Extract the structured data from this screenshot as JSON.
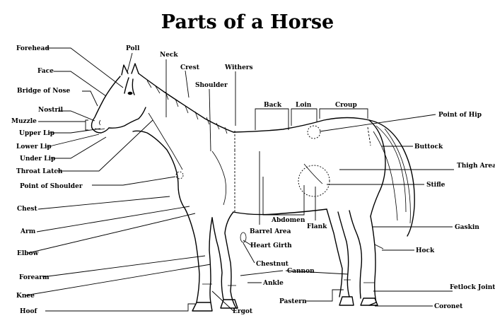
{
  "title": "Parts of a Horse",
  "labels": {
    "forehead": "Forehead",
    "poll": "Poll",
    "neck": "Neck",
    "crest": "Crest",
    "withers": "Withers",
    "face": "Face",
    "shoulder": "Shoulder",
    "bridge_of_nose": "Bridge of Nose",
    "back": "Back",
    "loin": "Loin",
    "croup": "Croup",
    "nostril": "Nostril",
    "muzzle": "Muzzle",
    "point_of_hip": "Point of Hip",
    "upper_lip": "Upper Lip",
    "lower_lip": "Lower Lip",
    "buttock": "Buttock",
    "under_lip": "Under Lip",
    "throat_latch": "Throat Latch",
    "thigh_area": "Thigh Area",
    "point_of_shoulder": "Point of Shoulder",
    "stifle": "Stifle",
    "chest": "Chest",
    "abdomen": "Abdomen",
    "flank": "Flank",
    "gaskin": "Gaskin",
    "arm": "Arm",
    "barrel_area": "Barrel Area",
    "heart_girth": "Heart Girth",
    "elbow": "Elbow",
    "hock": "Hock",
    "chestnut": "Chestnut",
    "forearm": "Forearm",
    "cannon": "Cannon",
    "ankle": "Ankle",
    "fetlock_joint": "Fetlock Joint",
    "knee": "Knee",
    "pastern": "Pastern",
    "coronet": "Coronet",
    "hoof": "Hoof",
    "ergot": "Ergot"
  }
}
